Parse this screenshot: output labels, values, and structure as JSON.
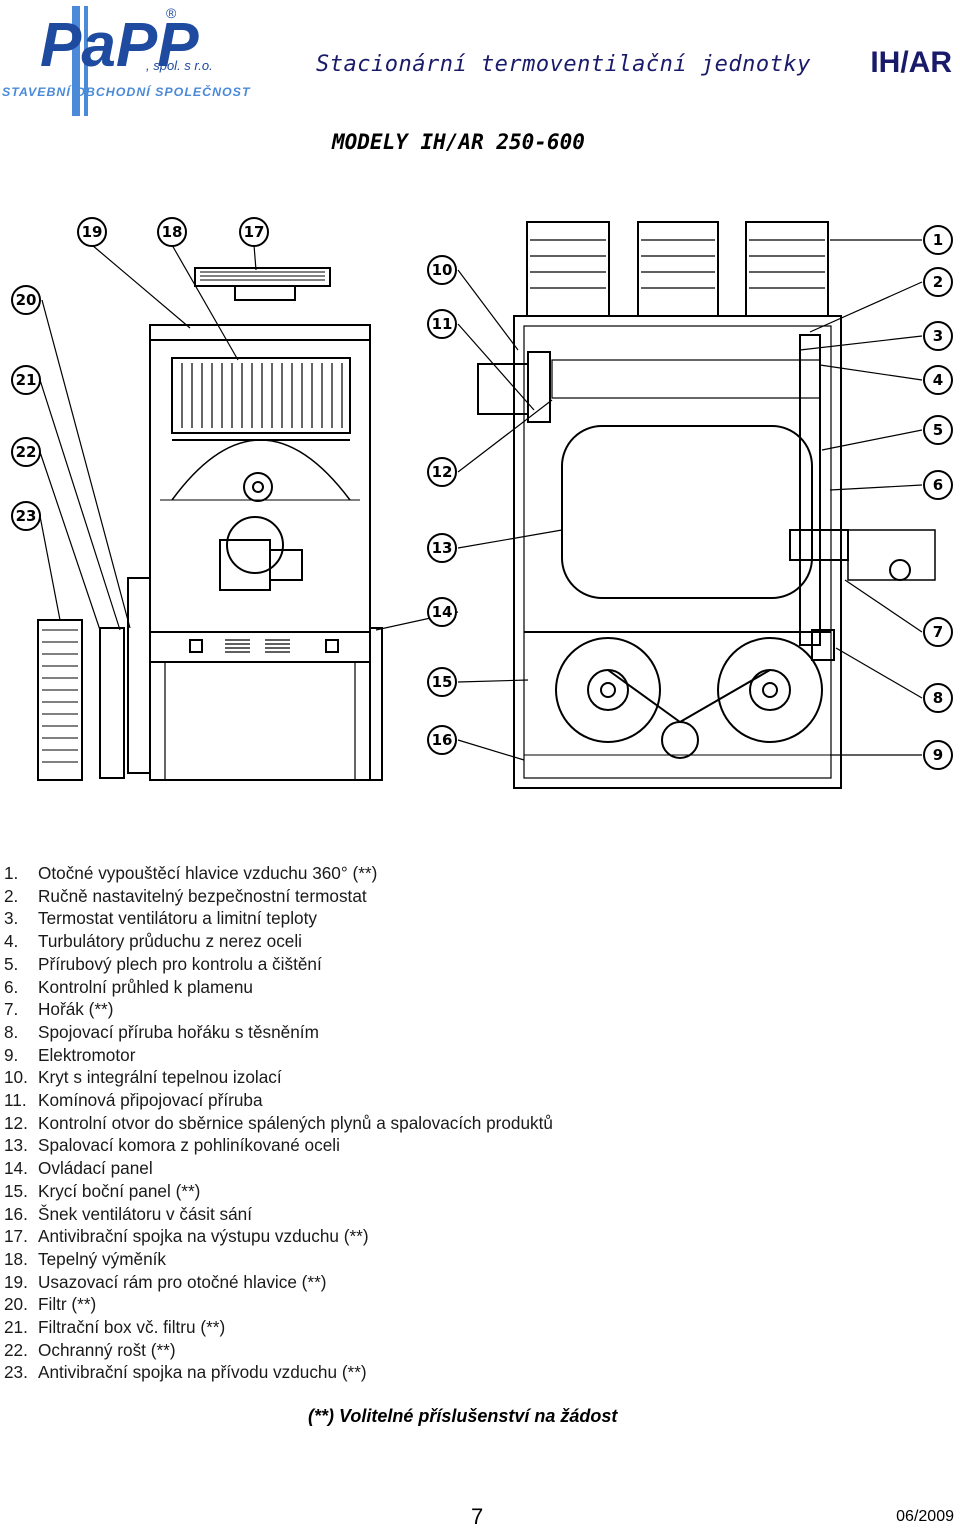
{
  "logo": {
    "brand": "PaPP",
    "registered": "®",
    "suffix": ", spol. s r.o.",
    "tagline": "STAVEBNÍ OBCHODNÍ SPOLEČNOST",
    "colors": {
      "primary": "#1e4aa0",
      "accent": "#4a8ad8"
    }
  },
  "header": {
    "title": "Stacionární termoventilační  jednotky",
    "code": "IH/AR"
  },
  "subtitle": "MODELY IH/AR 250-600",
  "diagram": {
    "callouts_left": [
      "19",
      "18",
      "17",
      "20",
      "21",
      "22",
      "23"
    ],
    "callouts_middle": [
      "10",
      "11",
      "12",
      "13",
      "14",
      "15",
      "16"
    ],
    "callouts_right": [
      "1",
      "2",
      "3",
      "4",
      "5",
      "6",
      "7",
      "8",
      "9"
    ]
  },
  "legend": [
    {
      "num": "1.",
      "text": "Otočné vypouštěcí hlavice vzduchu 360°  (**)"
    },
    {
      "num": "2.",
      "text": "Ručně nastavitelný bezpečnostní termostat"
    },
    {
      "num": "3.",
      "text": "Termostat ventilátoru a limitní teploty"
    },
    {
      "num": "4.",
      "text": "Turbulátory průduchu z nerez oceli"
    },
    {
      "num": "5.",
      "text": "Přírubový plech pro kontrolu a čištění"
    },
    {
      "num": "6.",
      "text": "Kontrolní průhled k plamenu"
    },
    {
      "num": "7.",
      "text": "Hořák (**)"
    },
    {
      "num": "8.",
      "text": "Spojovací příruba hořáku s těsněním"
    },
    {
      "num": "9.",
      "text": "Elektromotor"
    },
    {
      "num": "10.",
      "text": "Kryt s integrální tepelnou izolací"
    },
    {
      "num": "11.",
      "text": "Komínová připojovací příruba"
    },
    {
      "num": "12.",
      "text": "Kontrolní otvor do sběrnice spálených plynů a spalovacích produktů"
    },
    {
      "num": "13.",
      "text": "Spalovací komora z pohliníkované oceli"
    },
    {
      "num": "14.",
      "text": "Ovládací panel"
    },
    {
      "num": "15.",
      "text": "Krycí boční panel (**)"
    },
    {
      "num": "16.",
      "text": "Šnek ventilátoru v čásit sání"
    },
    {
      "num": "17.",
      "text": "Antivibrační spojka na výstupu vzduchu (**)"
    },
    {
      "num": "18.",
      "text": "Tepelný výměník"
    },
    {
      "num": "19.",
      "text": "Usazovací rám pro otočné hlavice (**)"
    },
    {
      "num": "20.",
      "text": "Filtr (**)"
    },
    {
      "num": "21.",
      "text": "Filtrační box vč. filtru (**)"
    },
    {
      "num": "22.",
      "text": "Ochranný rošt (**)"
    },
    {
      "num": "23.",
      "text": "Antivibrační spojka na přívodu vzduchu (**)"
    }
  ],
  "footnote": "(**) Volitelné příslušenství na žádost",
  "footer": {
    "page": "7",
    "date": "06/2009"
  }
}
